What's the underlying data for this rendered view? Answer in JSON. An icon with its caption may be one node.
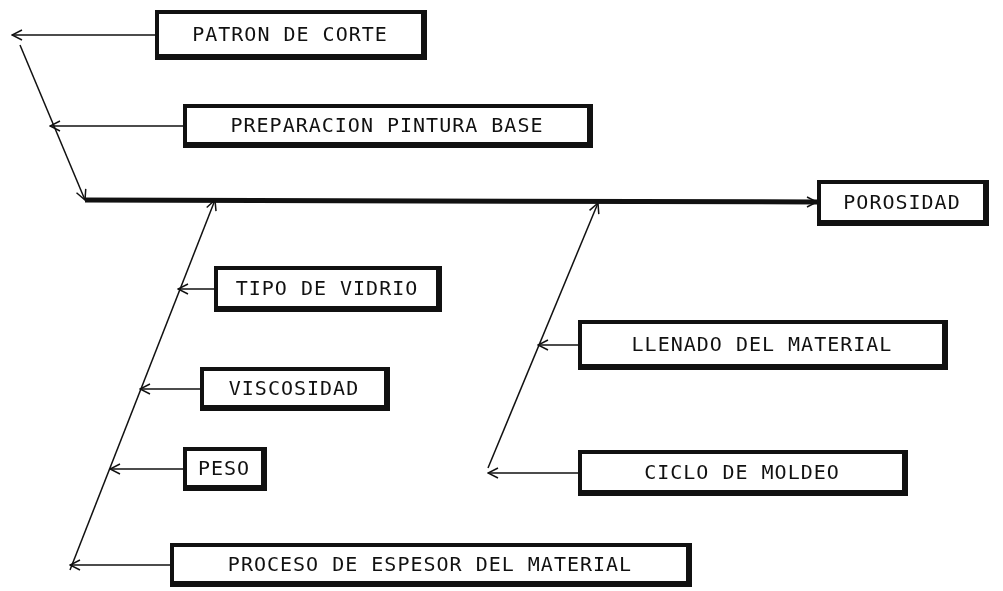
{
  "diagram": {
    "nodes": [
      {
        "text": [
          "PATRON DE CORTE"
        ]
      },
      {
        "text": [
          "PREPARACION PINTURA BASE"
        ]
      },
      {
        "text": [
          "POROSIDAD"
        ]
      },
      {
        "text": [
          "TIPO DE VIDRIO"
        ]
      },
      {
        "text": [
          "LLENADO DEL MATERIAL"
        ]
      },
      {
        "text": [
          "VISCOSIDAD"
        ]
      },
      {
        "text": [
          "PESO"
        ]
      },
      {
        "text": [
          "CICLO DE MOLDEO"
        ]
      },
      {
        "text": [
          "PROCESO DE ESPESOR DEL MATERIAL"
        ]
      },
      {
        "text": [],
        "shape": "line"
      },
      {
        "text": [],
        "shape": "line"
      },
      {
        "text": [],
        "shape": "line"
      }
    ],
    "edges": [
      {
        "from": 0,
        "to": 9,
        "arrow": "to"
      },
      {
        "from": 1,
        "to": 9,
        "arrow": "to"
      },
      {
        "from": 9,
        "to": 2,
        "arrow": "to",
        "style": "thick"
      },
      {
        "from": 3,
        "to": 10,
        "arrow": "to"
      },
      {
        "from": 4,
        "to": 11,
        "arrow": "to"
      },
      {
        "from": 5,
        "to": 10,
        "arrow": "to"
      },
      {
        "from": 6,
        "to": 10,
        "arrow": "to"
      },
      {
        "from": 7,
        "to": 11,
        "arrow": "to"
      },
      {
        "from": 8,
        "to": 10,
        "arrow": "to"
      }
    ]
  }
}
